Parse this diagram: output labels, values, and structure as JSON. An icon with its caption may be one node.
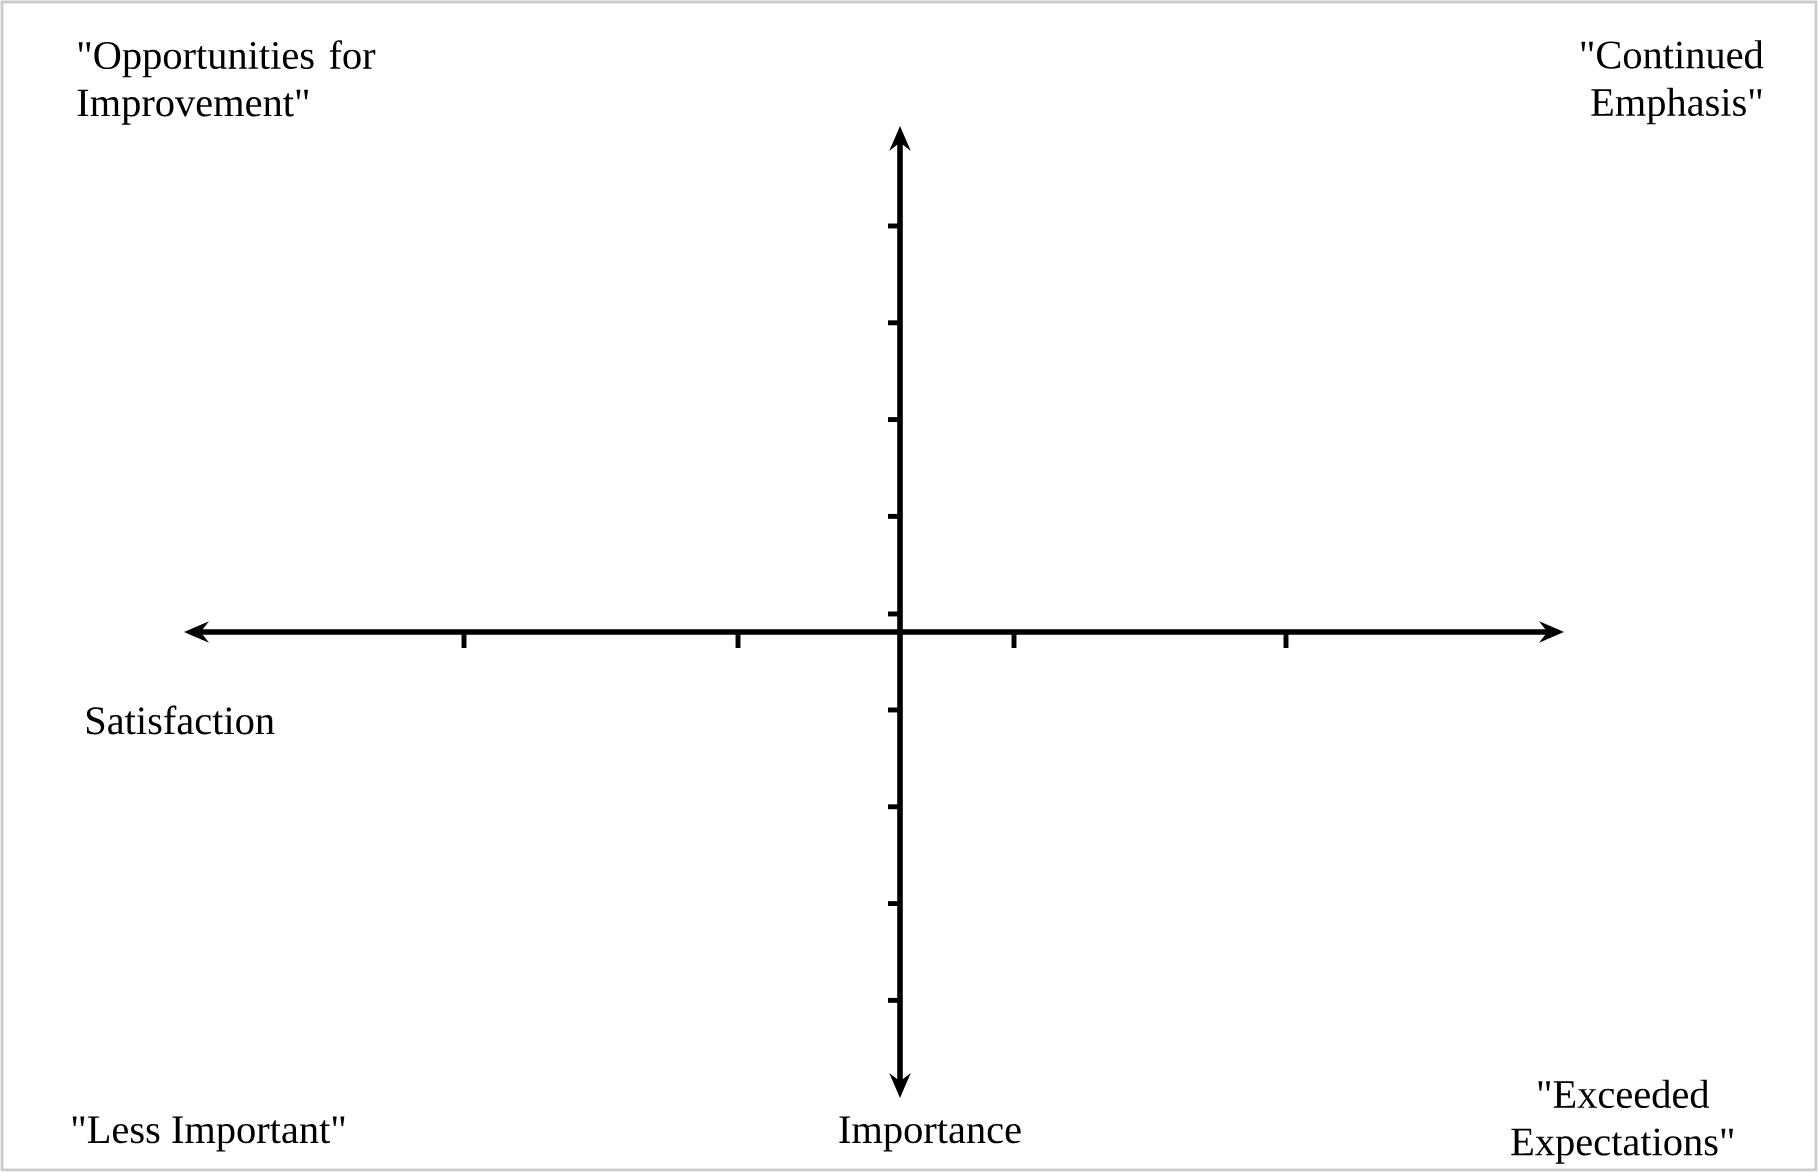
{
  "diagram": {
    "labels": [
      "\"Opportunities for Improvement\"",
      "\"Continued Emphasis\"",
      "Satisfaction",
      "\"Less Important\"",
      "Importance",
      "\"Exceeded Expectations\""
    ]
  }
}
